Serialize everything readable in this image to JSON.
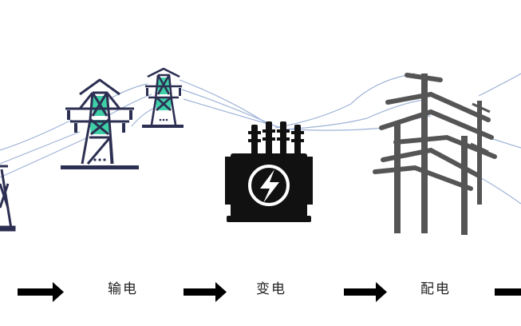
{
  "stages": [
    {
      "label": "输电"
    },
    {
      "label": "变电"
    },
    {
      "label": "配电"
    }
  ],
  "icons": {
    "transmission_towers": "transmission-tower-icon",
    "transformer": "transformer-icon",
    "utility_poles": "utility-pole-icon",
    "flow_arrows": "arrow-right-icon"
  },
  "colors": {
    "tower_outline": "#2c2f52",
    "tower_fill": "#3ecfa7",
    "wire": "#9fb3d8",
    "transformer": "#111111",
    "pole": "#555555",
    "arrow": "#000000",
    "text": "#222222"
  }
}
